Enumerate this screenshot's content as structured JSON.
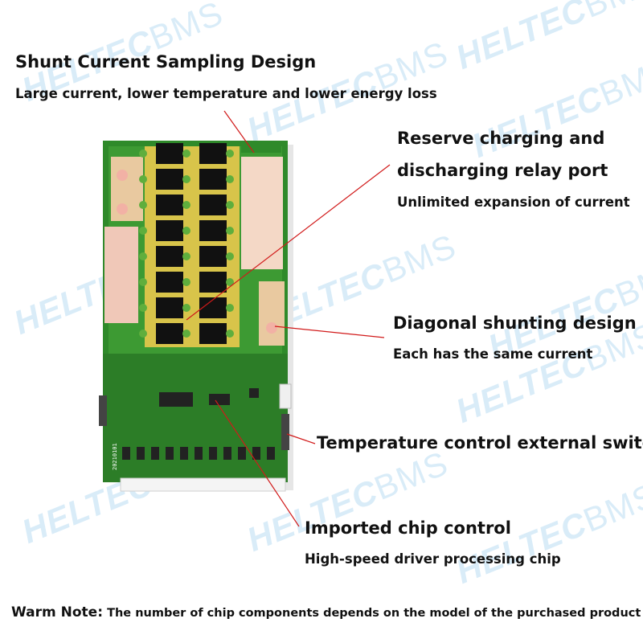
{
  "watermark": {
    "part1": "HELTEC",
    "part2": "BMS"
  },
  "shunt": {
    "title": "Shunt Current Sampling Design",
    "desc": "Large current, lower temperature and lower energy loss"
  },
  "relay": {
    "title_line1": "Reserve charging and",
    "title_line2": "discharging relay port",
    "desc": "Unlimited expansion of current"
  },
  "diagonal": {
    "title": "Diagonal shunting design",
    "desc": "Each has the same current"
  },
  "temperature": {
    "title": "Temperature control external switch"
  },
  "chip": {
    "title": "Imported chip control",
    "desc": "High-speed driver processing chip"
  },
  "note": {
    "label": "Warm Note:",
    "text": "The number of chip components depends on the model of the purchased product"
  },
  "board": {
    "date_code": "20210101"
  },
  "colors": {
    "pcb": "#2f8a2a",
    "pcb_dark": "#1f6b1f",
    "copper": "#e9c9a0",
    "callout_line": "#d11a1a",
    "mosfet": "#111111"
  }
}
